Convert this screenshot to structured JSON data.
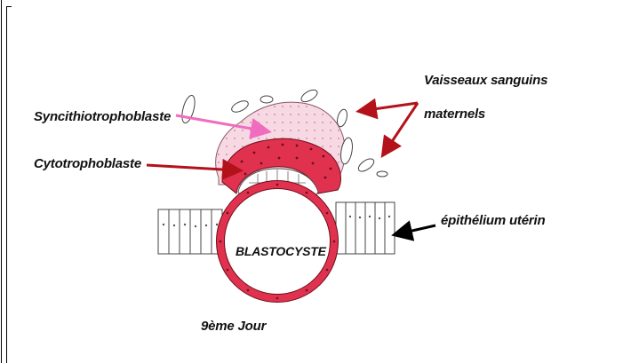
{
  "labels": {
    "syncytio": "Syncithiotrophoblaste",
    "cyto": "Cytotrophoblaste",
    "vaisseaux_line1": "Vaisseaux sanguins",
    "vaisseaux_line2": "maternels",
    "epithelium": "épithélium utérin",
    "blastocyste": "BLASTOCYSTE",
    "jour": "9ème Jour"
  },
  "colors": {
    "cyto_red": "#e0314f",
    "syncytio_pink": "#f7d9e3",
    "arrow_dark_red": "#b3121a",
    "arrow_pink": "#f06cbf",
    "arrow_black": "#000000"
  }
}
